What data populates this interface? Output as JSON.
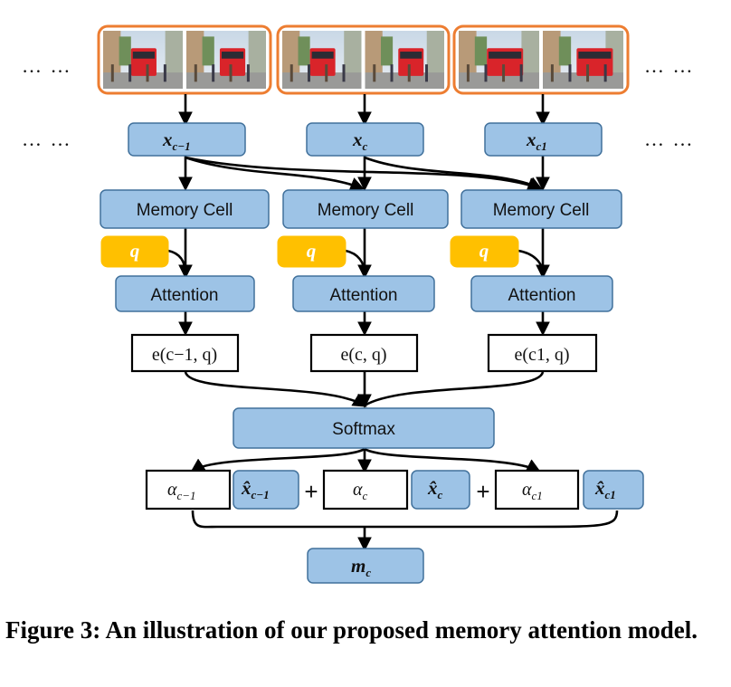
{
  "ellipsis": "… …",
  "frame_images": [
    "video-frame-pair-1",
    "video-frame-pair-2",
    "video-frame-pair-3"
  ],
  "inputs": [
    {
      "base": "x",
      "subscript": "c−1"
    },
    {
      "base": "x",
      "subscript": "c"
    },
    {
      "base": "x",
      "subscript": "c1"
    }
  ],
  "memory_cell_label": "Memory Cell",
  "query_label": "q",
  "attention_label": "Attention",
  "scores": [
    "e(c−1, q)",
    "e(c, q)",
    "e(c1, q)"
  ],
  "softmax_label": "Softmax",
  "weights": [
    {
      "base": "α",
      "subscript": "c−1"
    },
    {
      "base": "α",
      "subscript": "c"
    },
    {
      "base": "α",
      "subscript": "c1"
    }
  ],
  "values": [
    {
      "base": "x̂",
      "subscript": "c−1"
    },
    {
      "base": "x̂",
      "subscript": "c"
    },
    {
      "base": "x̂",
      "subscript": "c1"
    }
  ],
  "plus": "+",
  "output": {
    "base": "m",
    "subscript": "c"
  },
  "caption": "Figure 3: An illustration of our proposed memory attention model.",
  "colors": {
    "blue_box": "#9dc3e6",
    "blue_border": "#41719c",
    "query": "#ffc000",
    "frame_border": "#ed7d31"
  }
}
